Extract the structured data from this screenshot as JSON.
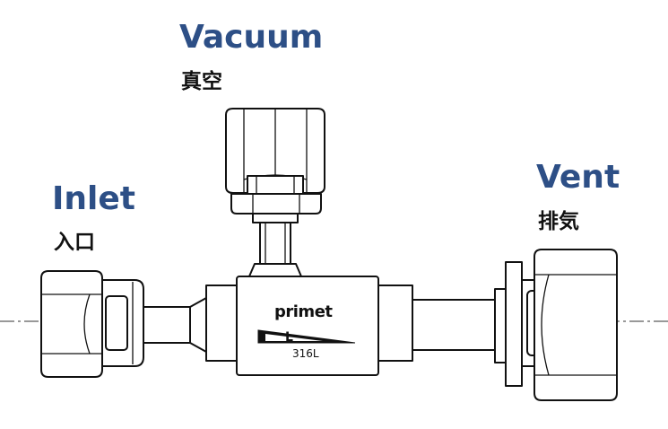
{
  "ports": {
    "vacuum": {
      "en": "Vacuum",
      "jp": "真空"
    },
    "inlet": {
      "en": "Inlet",
      "jp": "入口"
    },
    "vent": {
      "en": "Vent",
      "jp": "排気"
    }
  },
  "body_marking": {
    "brand": "primet",
    "logo_letter": "L",
    "material": "316L"
  },
  "colors": {
    "label_en": "#2d4f86",
    "label_jp": "#111111",
    "line": "#111111"
  }
}
